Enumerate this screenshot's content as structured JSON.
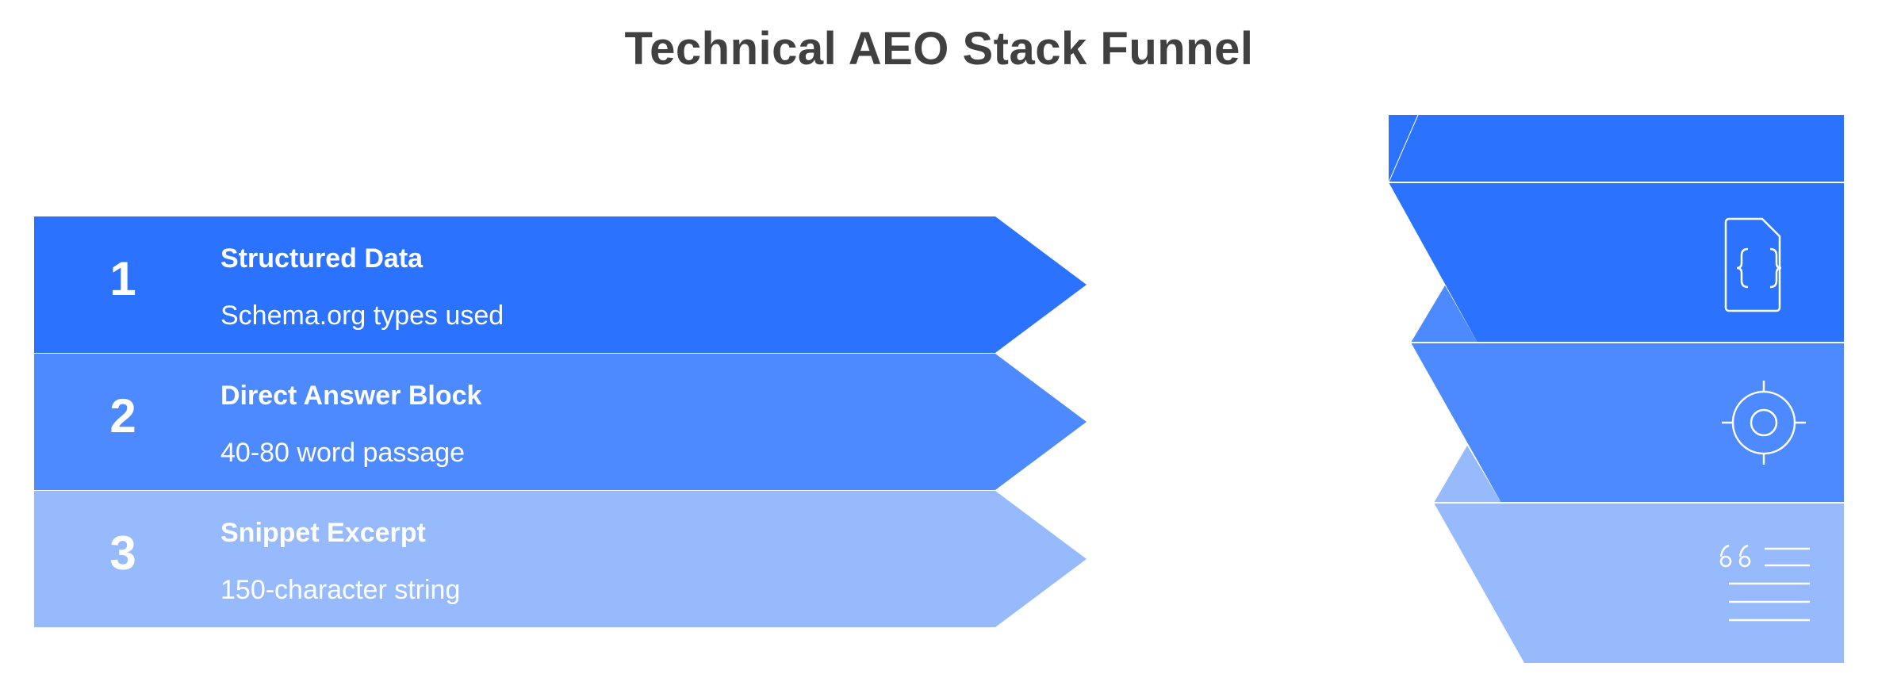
{
  "title": "Technical AEO Stack Funnel",
  "colors": {
    "level1": "#2b72ff",
    "level2": "#4d8aff",
    "level3": "#96bafc",
    "title_text": "#404040"
  },
  "steps": [
    {
      "number": "1",
      "title": "Structured Data",
      "description": "Schema.org types used",
      "icon": "code-file-icon"
    },
    {
      "number": "2",
      "title": "Direct Answer Block",
      "description": "40-80 word passage",
      "icon": "target-icon"
    },
    {
      "number": "3",
      "title": "Snippet Excerpt",
      "description": "150-character string",
      "icon": "quote-text-icon"
    }
  ]
}
